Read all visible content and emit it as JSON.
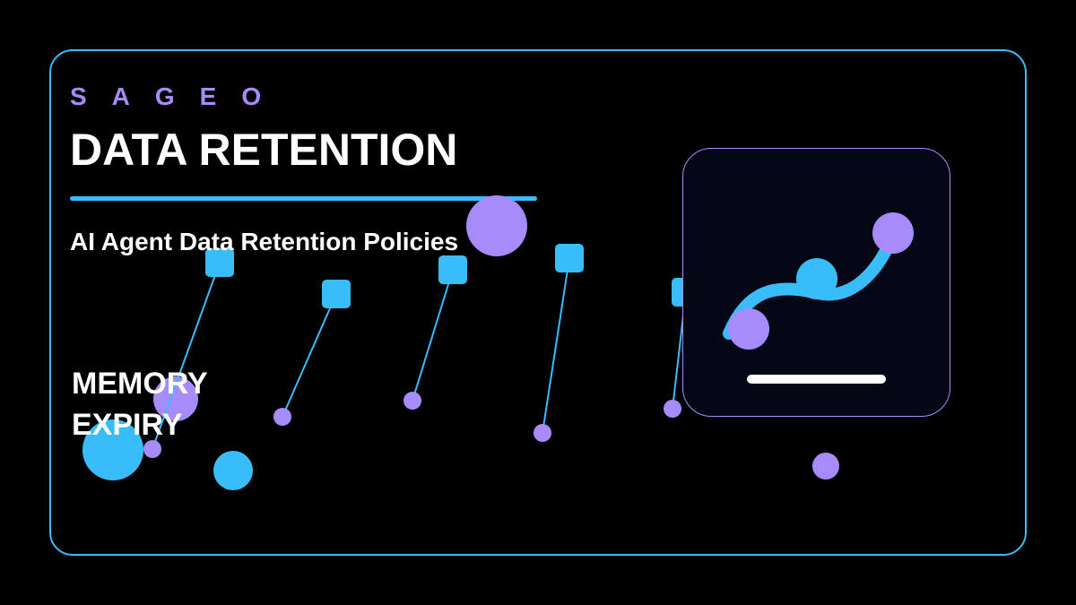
{
  "brand": {
    "name": "SAGEO"
  },
  "heading": {
    "title": "DATA RETENTION",
    "subtitle": "AI Agent Data Retention Policies"
  },
  "feature_label": {
    "line1": "MEMORY",
    "line2": "EXPIRY"
  },
  "colors": {
    "background": "#000000",
    "accent_blue": "#38bdf8",
    "accent_purple": "#a78bfa",
    "text": "#ffffff",
    "card_background": "#030716"
  },
  "icons": {
    "card_graphic": "curve-chart-icon"
  }
}
